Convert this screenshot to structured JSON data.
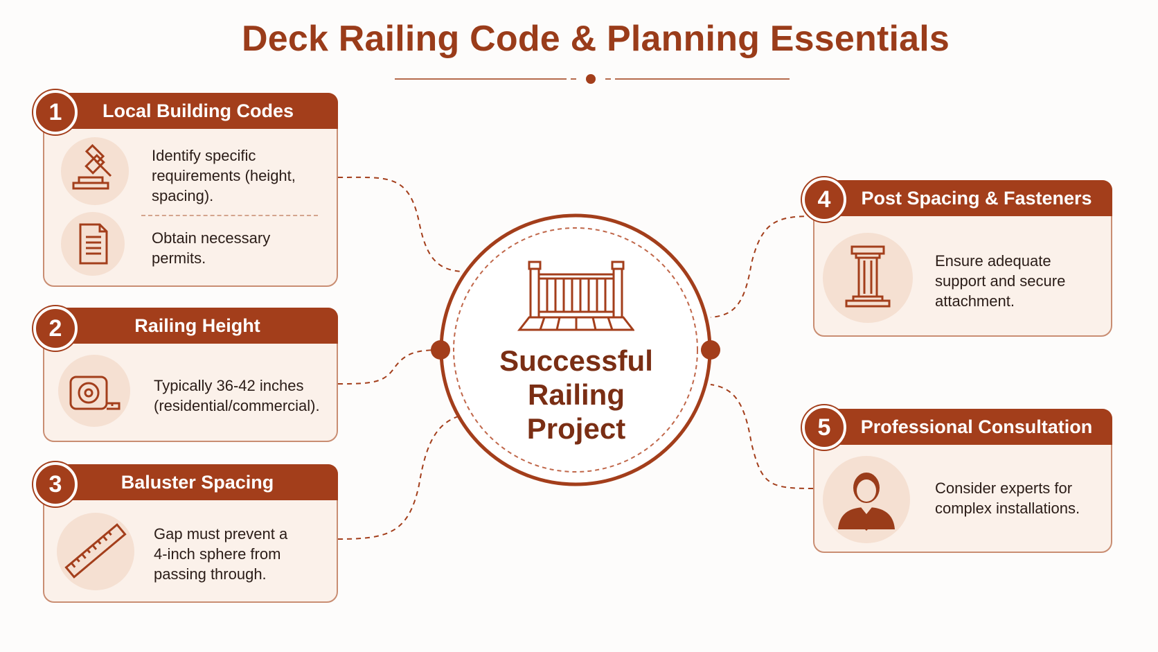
{
  "title": "Deck Railing Code & Planning Essentials",
  "center": {
    "lines": [
      "Successful",
      "Railing",
      "Project"
    ]
  },
  "cards": [
    {
      "number": "1",
      "heading": "Local Building Codes",
      "items": [
        {
          "icon": "gavel-icon",
          "text": "Identify specific requirements (height, spacing)."
        },
        {
          "icon": "document-icon",
          "text": "Obtain necessary permits."
        }
      ]
    },
    {
      "number": "2",
      "heading": "Railing Height",
      "items": [
        {
          "icon": "tape-measure-icon",
          "text": "Typically 36-42 inches (residential/commercial)."
        }
      ]
    },
    {
      "number": "3",
      "heading": "Baluster Spacing",
      "items": [
        {
          "icon": "ruler-icon",
          "text": "Gap must prevent a 4-inch sphere from passing through."
        }
      ]
    },
    {
      "number": "4",
      "heading": "Post Spacing & Fasteners",
      "items": [
        {
          "icon": "column-icon",
          "text": "Ensure adequate support and secure attachment."
        }
      ]
    },
    {
      "number": "5",
      "heading": "Professional Consultation",
      "items": [
        {
          "icon": "consultant-icon",
          "text": "Consider experts for complex installations."
        }
      ]
    }
  ],
  "colors": {
    "primary": "#a33e1b",
    "title": "#9a3c1a",
    "card_bg": "#fbf1ea",
    "icon_bg": "#f5e0d2"
  }
}
